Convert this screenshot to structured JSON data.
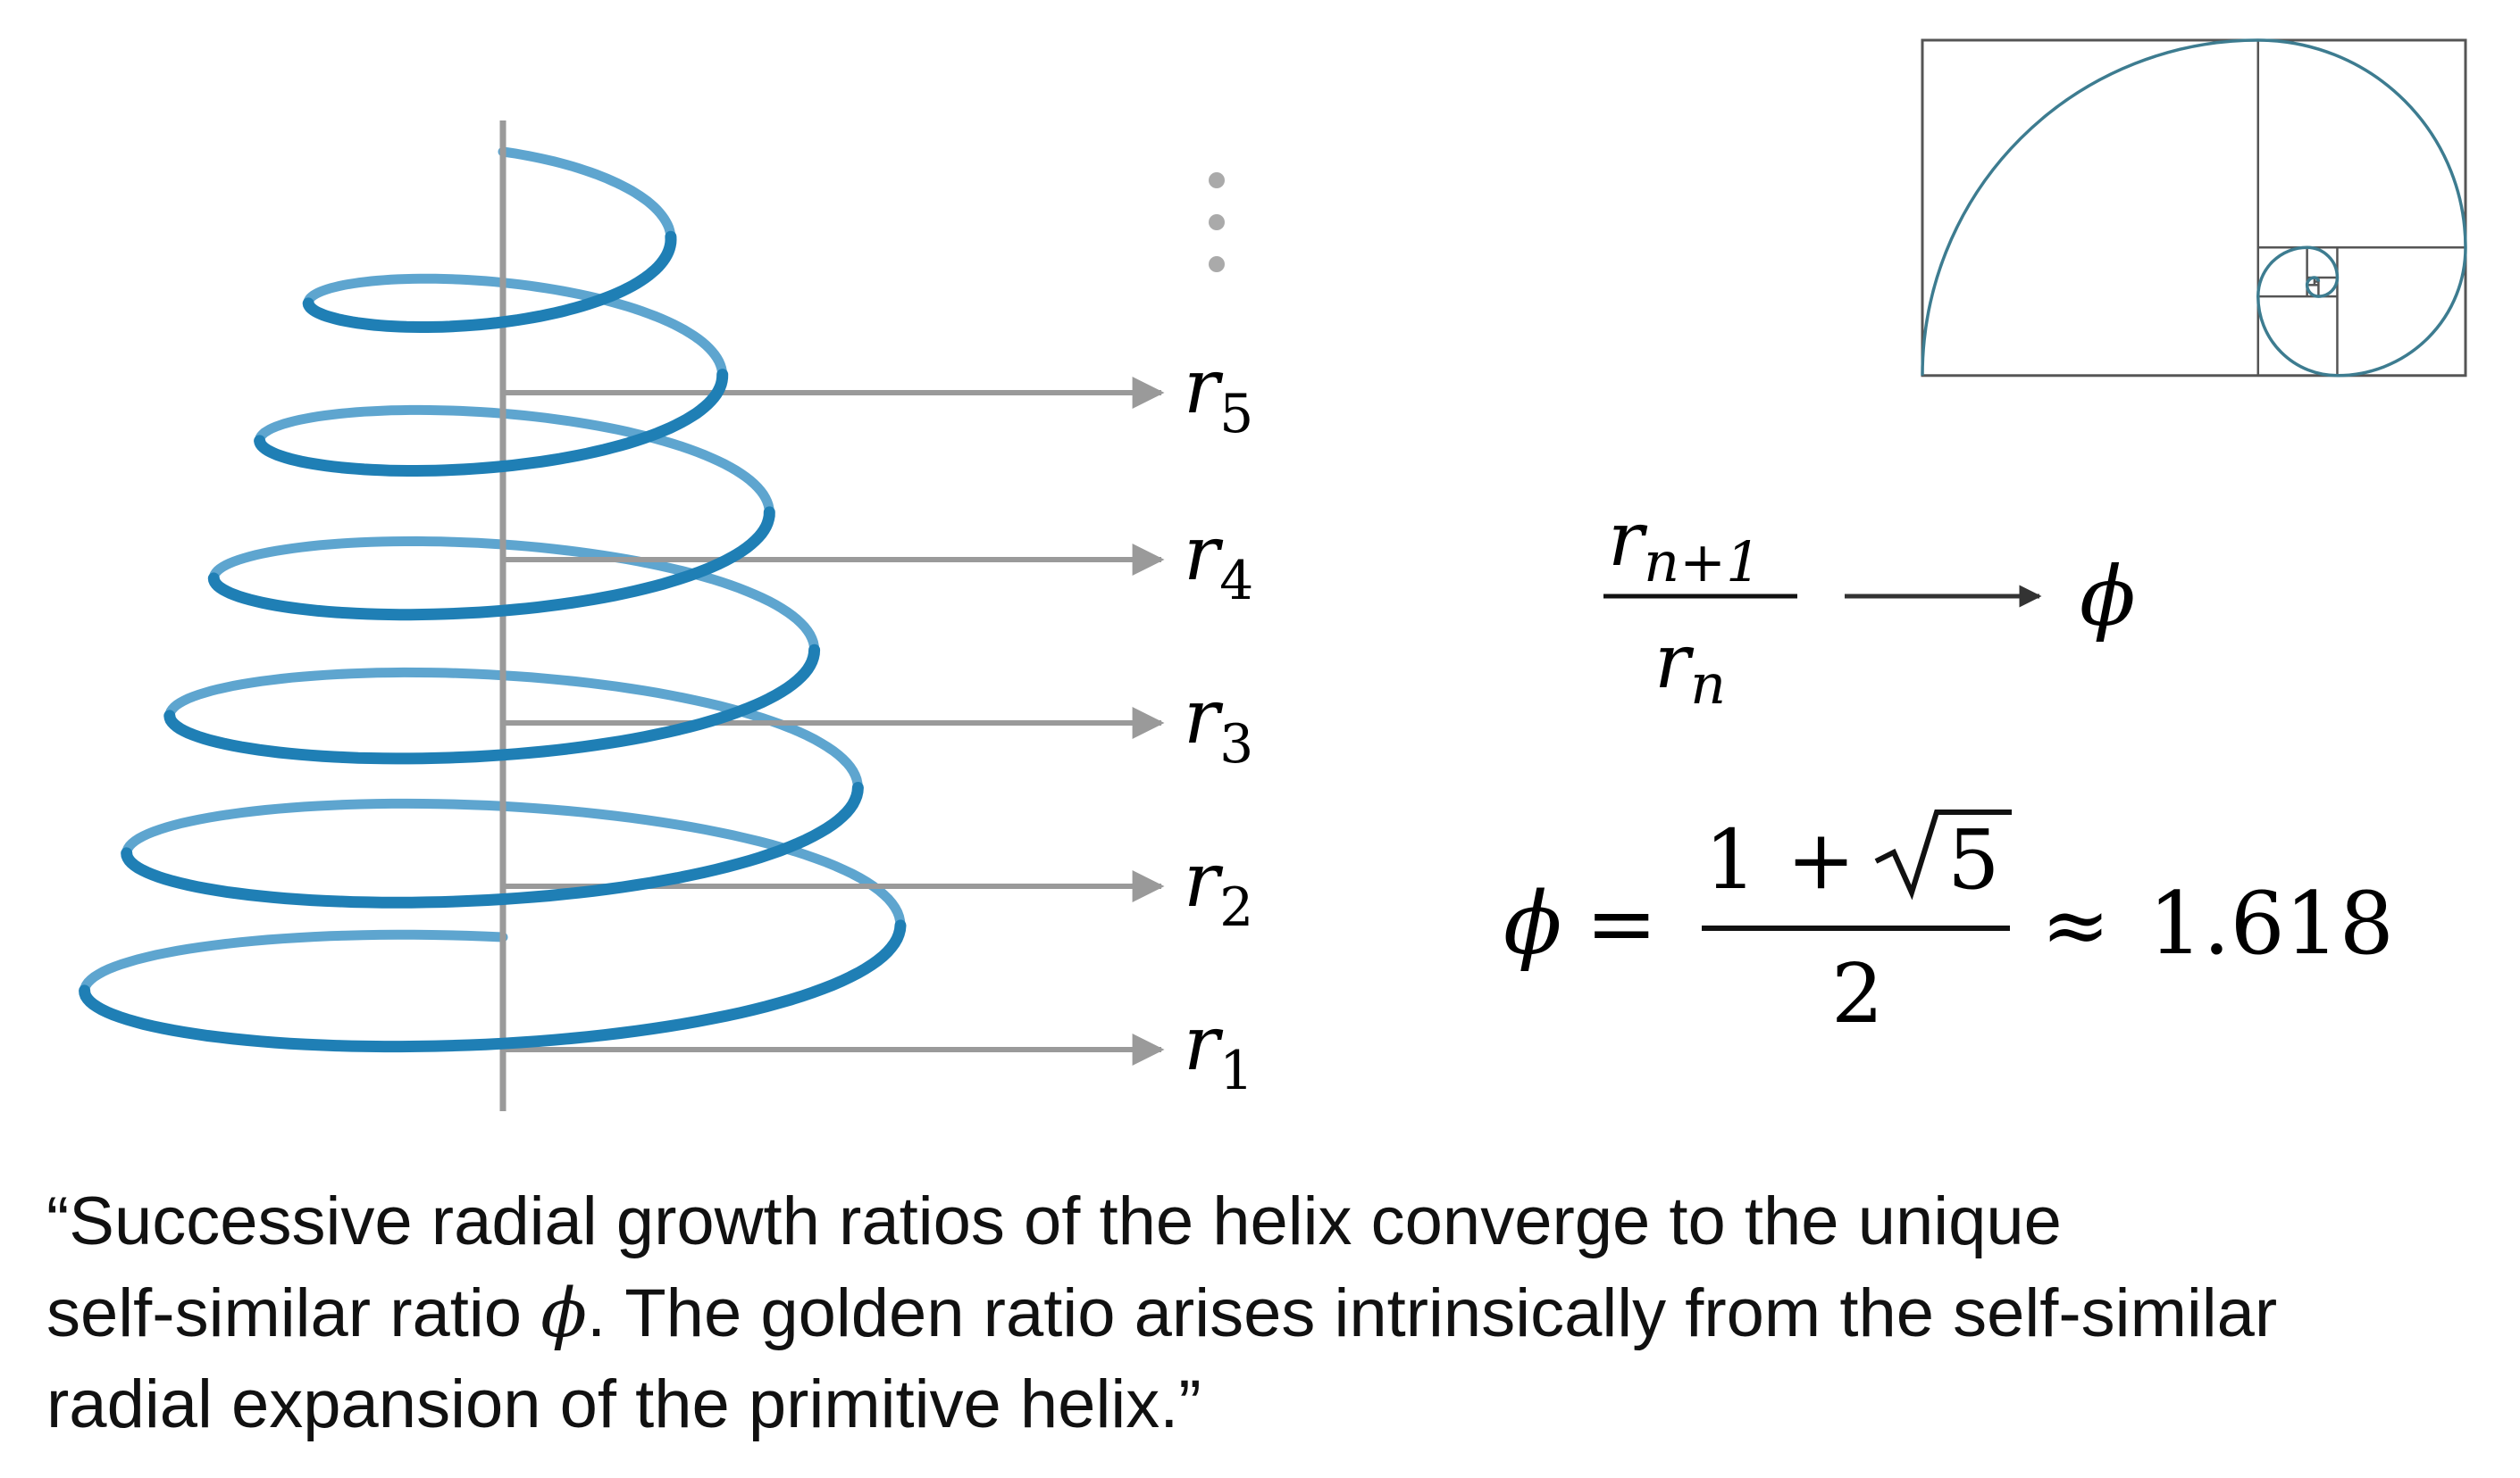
{
  "diagram": {
    "radius_labels": [
      {
        "base": "r",
        "sub": "5"
      },
      {
        "base": "r",
        "sub": "4"
      },
      {
        "base": "r",
        "sub": "3"
      },
      {
        "base": "r",
        "sub": "2"
      },
      {
        "base": "r",
        "sub": "1"
      }
    ],
    "ratio": {
      "numerator_base": "r",
      "numerator_sub": "n+1",
      "denominator_base": "r",
      "denominator_sub": "n",
      "limit_symbol": "ϕ"
    },
    "golden": {
      "lhs": "ϕ",
      "equals": "=",
      "num_one": "1",
      "num_plus": "+",
      "sqrt_arg": "5",
      "denominator": "2",
      "approx": "≈",
      "value": "1.618"
    }
  },
  "caption": {
    "line1": "“Successive radial growth ratios of the helix converge to the unique",
    "line2_a": "self-similar ratio ",
    "line2_phi": "ϕ",
    "line2_b": ". The golden ratio arises intrinsically from the self-similar",
    "line3": "radial  expansion of the primitive helix.”"
  },
  "colors": {
    "helix": "#1f7fb5",
    "helix_back": "#5ea5cf",
    "axis": "#9a9a9a",
    "arrow": "#9a9a9a",
    "spiral": "#3d7c90",
    "frame": "#555555",
    "text": "#111111"
  }
}
